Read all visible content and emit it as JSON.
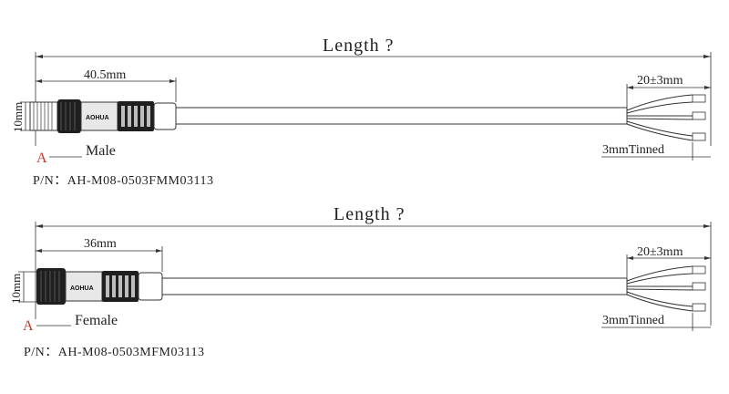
{
  "diagrams": [
    {
      "title": "Length ?",
      "connector_length": "40.5mm",
      "diameter": "10mm",
      "strip_length": "20±3mm",
      "tinned": "3mmTinned",
      "end_mark": "A",
      "gender": "Male",
      "part_number": "P/N：AH-M08-0503FMM03113",
      "logo": "AOHUA"
    },
    {
      "title": "Length ?",
      "connector_length": "36mm",
      "diameter": "10mm",
      "strip_length": "20±3mm",
      "tinned": "3mmTinned",
      "end_mark": "A",
      "gender": "Female",
      "part_number": "P/N：AH-M08-0503MFM03113",
      "logo": "AOHUA"
    }
  ],
  "colors": {
    "line": "#333333",
    "accent": "#c0392b",
    "background": "#ffffff"
  }
}
